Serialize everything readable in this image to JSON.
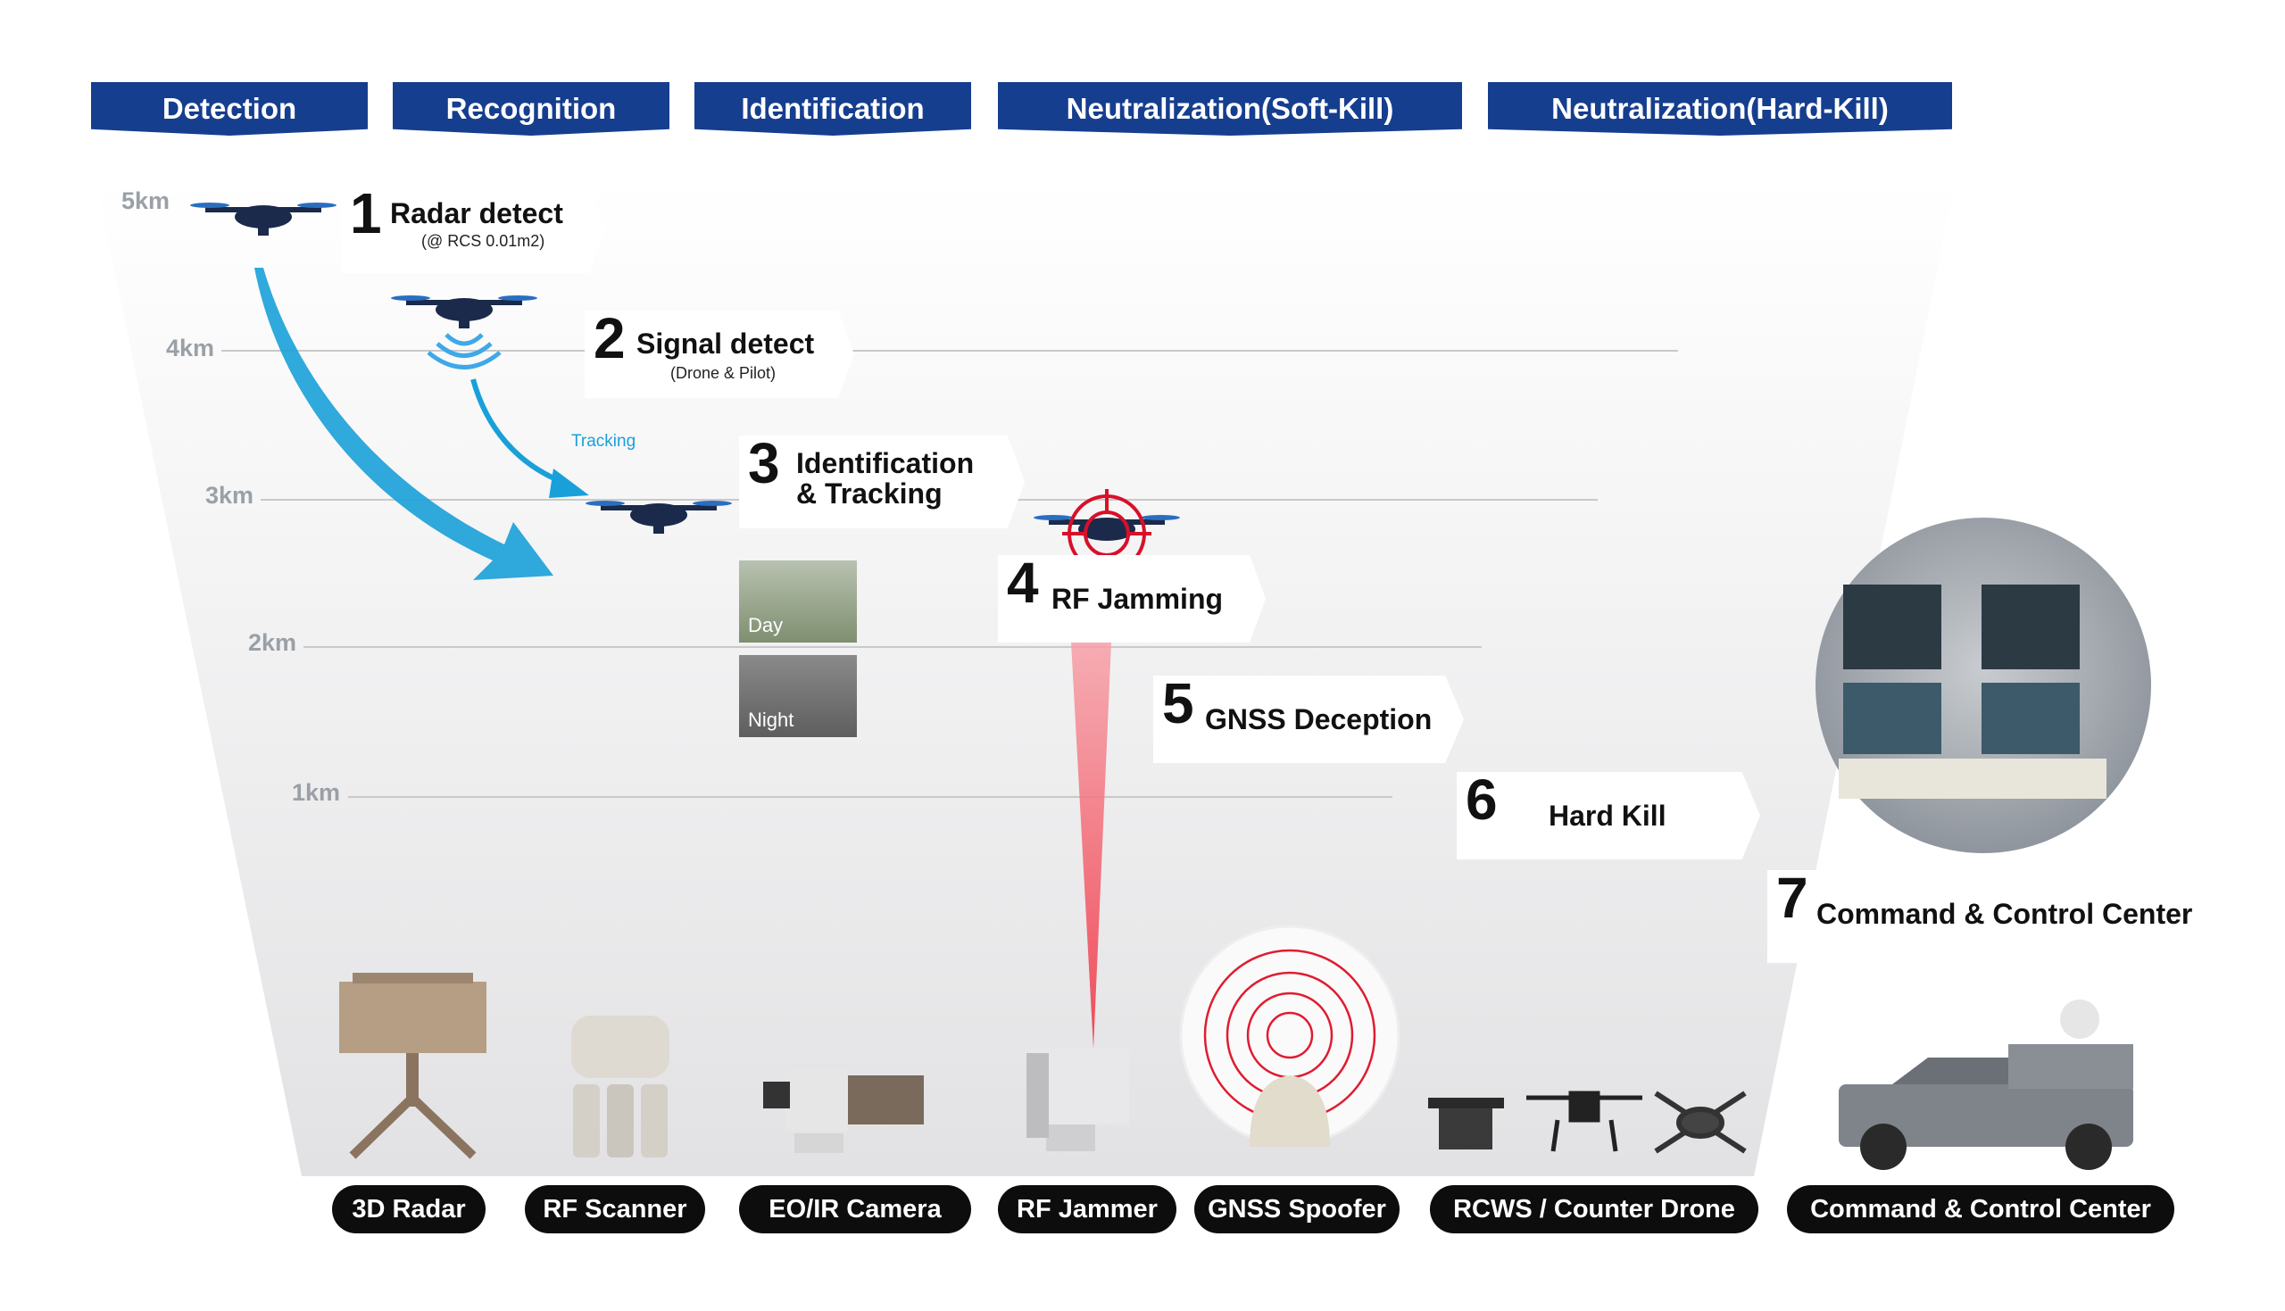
{
  "phases": [
    "Detection",
    "Recognition",
    "Identification",
    "Neutralization(Soft-Kill)",
    "Neutralization(Hard-Kill)"
  ],
  "distances": [
    "5km",
    "4km",
    "3km",
    "2km",
    "1km"
  ],
  "steps": [
    {
      "num": "1",
      "title": "Radar detect",
      "sub": "(@ RCS 0.01m2)"
    },
    {
      "num": "2",
      "title": "Signal detect",
      "sub": "(Drone & Pilot)"
    },
    {
      "num": "3",
      "title": "Identification\n& Tracking",
      "title_l1": "Identification",
      "title_l2": "& Tracking"
    },
    {
      "num": "4",
      "title": "RF Jamming"
    },
    {
      "num": "5",
      "title": "GNSS Deception"
    },
    {
      "num": "6",
      "title": "Hard Kill"
    },
    {
      "num": "7",
      "title": "Command & Control Center"
    }
  ],
  "tracking_label": "Tracking",
  "thumbnails": [
    "Day",
    "Night"
  ],
  "equipment": [
    "3D Radar",
    "RF Scanner",
    "EO/IR Camera",
    "RF Jammer",
    "GNSS Spoofer",
    "RCWS / Counter Drone",
    "Command & Control Center"
  ],
  "colors": {
    "phase_bg": "#163e8e",
    "arrow": "#1aa0d8",
    "jam_beam": "#f04050",
    "target": "#d8102a",
    "pill_bg": "#0d0d0d"
  },
  "icons": [
    "drone-icon",
    "signal-wave-icon",
    "target-reticle-icon",
    "radar-device-icon",
    "rf-scanner-device-icon",
    "eo-ir-camera-device-icon",
    "rf-jammer-device-icon",
    "gnss-spoofer-device-icon",
    "rcws-device-icon",
    "counter-drone-icon",
    "control-room-image",
    "pickup-truck-icon"
  ]
}
